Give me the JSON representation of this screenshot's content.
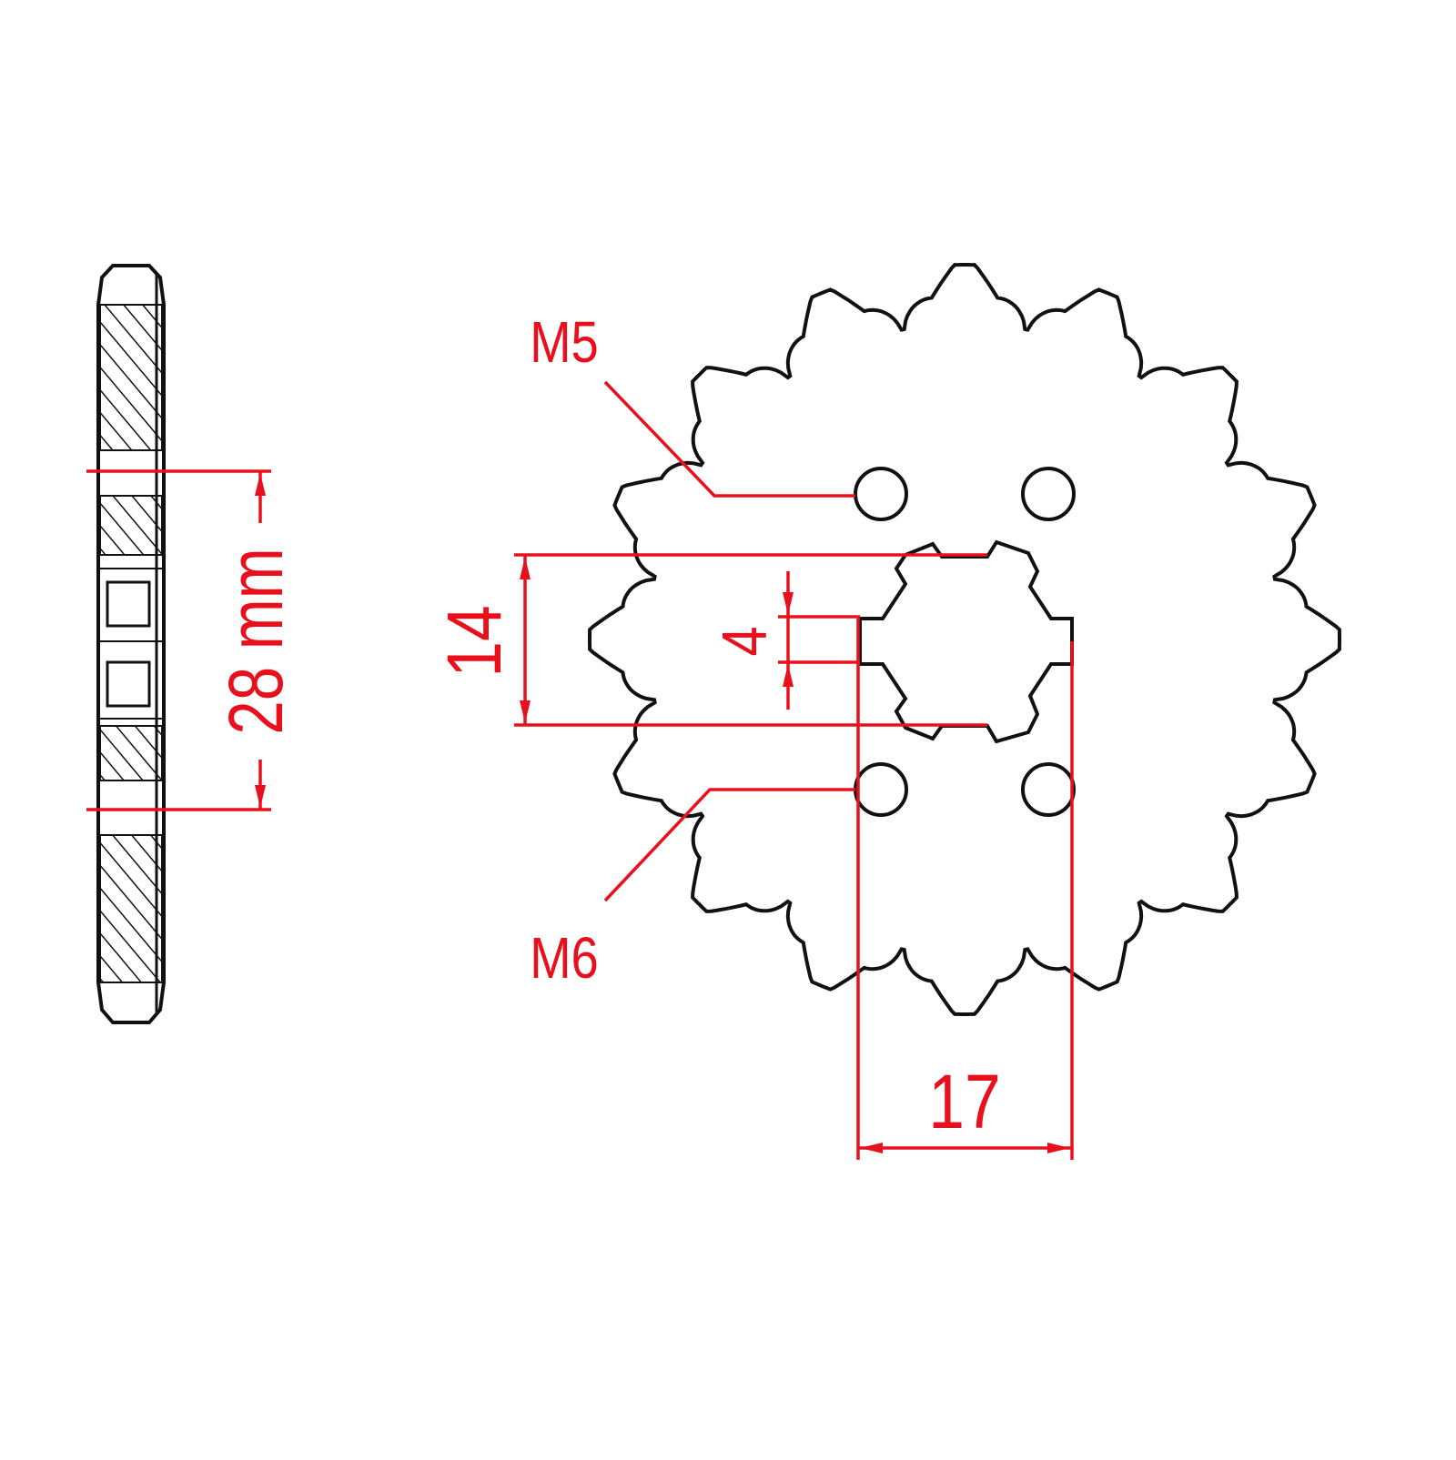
{
  "drawing": {
    "side_view_dimension": "28 mm",
    "bore_height_dimension": "14",
    "spline_width_dimension": "4",
    "bore_width_dimension": "17",
    "upper_hole_thread": "M5",
    "lower_hole_thread": "M6",
    "teeth_count": 16
  },
  "colors": {
    "outline": "#111111",
    "dimension": "#e8101c",
    "background": "#ffffff"
  }
}
